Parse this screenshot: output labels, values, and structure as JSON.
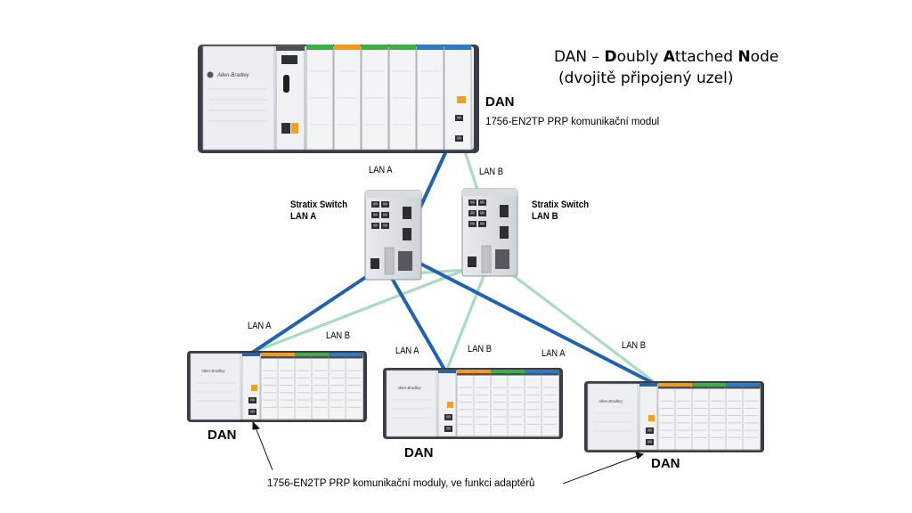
{
  "title": {
    "abbr": "DAN",
    "dash": " – ",
    "w1_initial": "D",
    "w1_rest": "oubly ",
    "w2_initial": "A",
    "w2_rest": "ttached ",
    "w3_initial": "N",
    "w3_rest": "ode",
    "subtitle": "(dvojitě připojený uzel)"
  },
  "top_node": {
    "label": "DAN",
    "module_caption": "1756-EN2TP PRP komunikační modul"
  },
  "switch_a": {
    "line1": "Stratix Switch",
    "line2": "LAN A"
  },
  "switch_b": {
    "line1": "Stratix Switch",
    "line2": "LAN B"
  },
  "links": {
    "top_lan_a": "LAN A",
    "top_lan_b": "LAN B",
    "left_lan_a": "LAN A",
    "left_lan_b": "LAN B",
    "mid_lan_a": "LAN A",
    "mid_lan_b": "LAN B",
    "right_lan_a": "LAN A",
    "right_lan_b": "LAN B"
  },
  "bottom_nodes": {
    "left_label": "DAN",
    "mid_label": "DAN",
    "right_label": "DAN",
    "caption": "1756-EN2TP PRP komunikační moduly, ve funkci adaptérů"
  },
  "colors": {
    "lan_a": "#1f63b0",
    "lan_b": "#a8dcc0",
    "chassis_dark": "#3a3d45",
    "module_face": "#f3f4f6"
  }
}
